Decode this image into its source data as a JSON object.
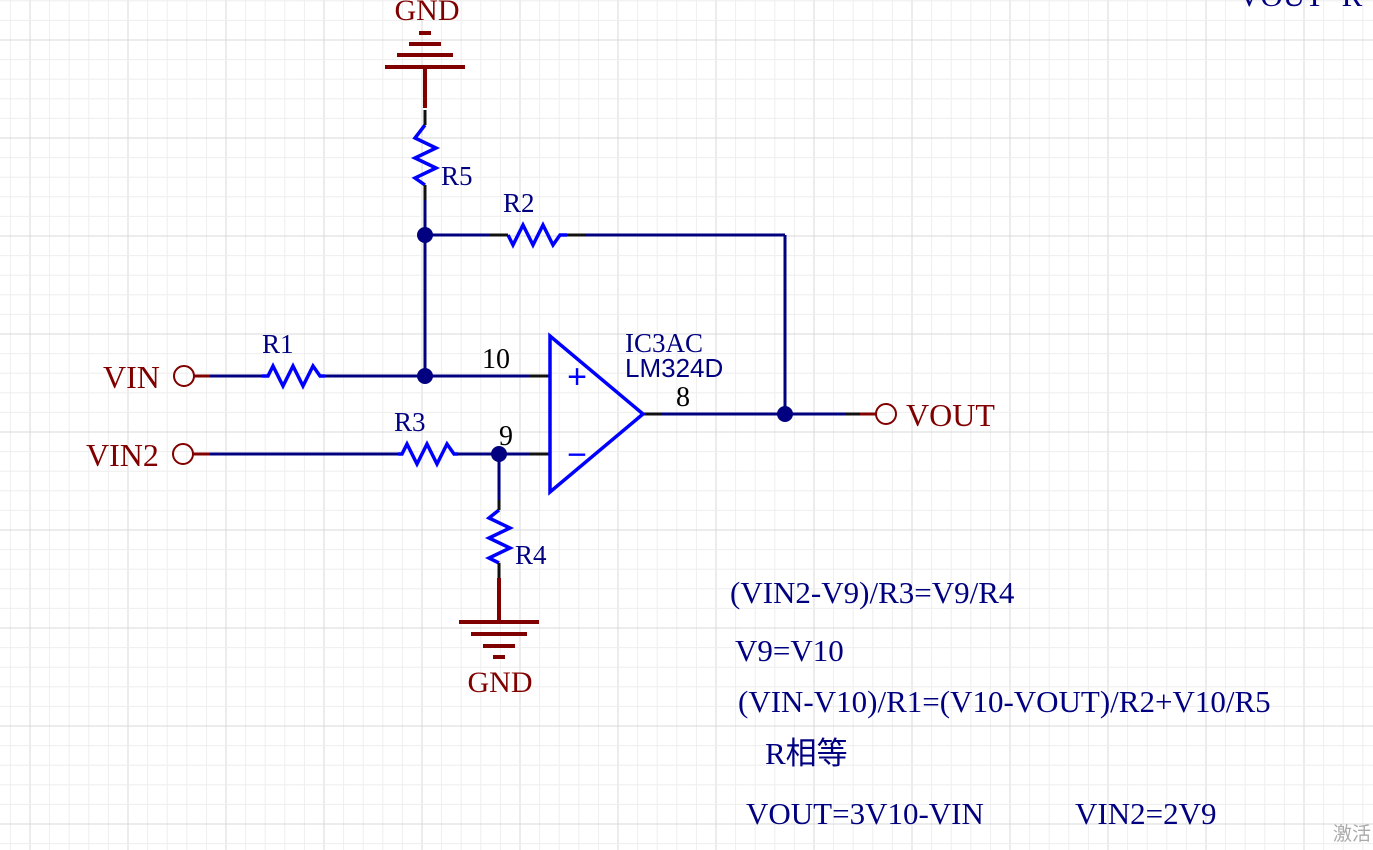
{
  "colors": {
    "wire": "#000080",
    "component": "#0000ff",
    "power": "#800000",
    "text": "#000080",
    "grid_minor": "#eeeeee",
    "grid_major": "#d8d8d8"
  },
  "power": {
    "top": "GND",
    "bottom": "GND"
  },
  "resistors": [
    "R1",
    "R2",
    "R3",
    "R4",
    "R5"
  ],
  "opamp": {
    "designator": "IC3AC",
    "part": "LM324D",
    "pin_plus": "10",
    "pin_minus": "9",
    "pin_out": "8",
    "plus_sign": "+",
    "minus_sign": "−"
  },
  "ports": {
    "vin": "VIN",
    "vin2": "VIN2",
    "vout": "VOUT"
  },
  "equations": [
    "(VIN2-V9)/R3=V9/R4",
    "V9=V10",
    "(VIN-V10)/R1=(V10-VOUT)/R2+V10/R5",
    "R相等",
    "VOUT=3V10-VIN",
    "VIN2=2V9"
  ],
  "cut_text": "VOUT=R",
  "watermark": "激活"
}
